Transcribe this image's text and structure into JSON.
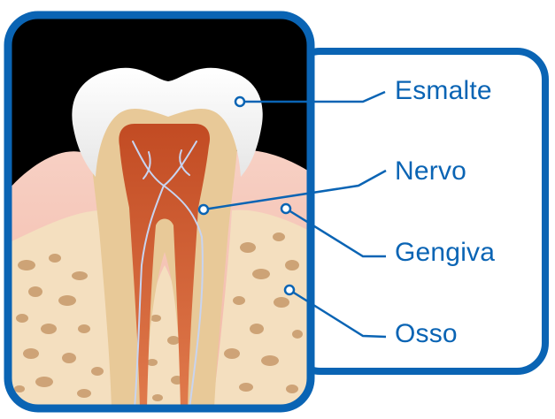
{
  "labels": {
    "enamel": "Esmalte",
    "nerve": "Nervo",
    "gum": "Gengiva",
    "bone": "Osso"
  },
  "colors": {
    "frame_blue": "#0a64b4",
    "label_text": "#0a64b4",
    "background_dark": "#000000",
    "gum_pink": "#f5c1b2",
    "bone_beige": "#f4dfbf",
    "dentin": "#e8c998",
    "pulp": "#b5431e",
    "enamel_white": "#f2f2f2"
  }
}
